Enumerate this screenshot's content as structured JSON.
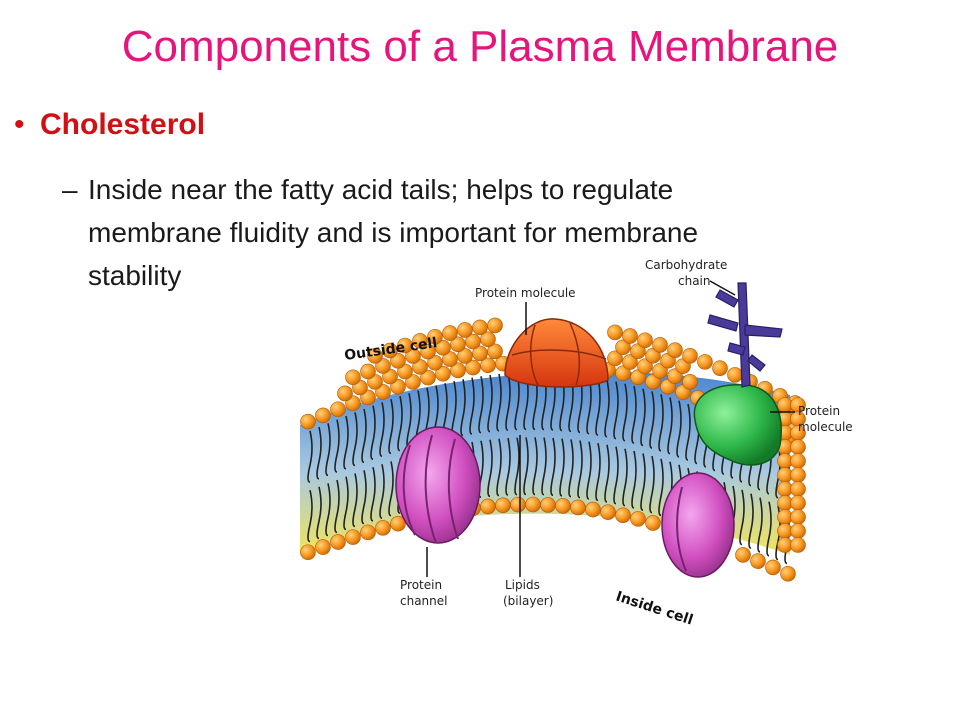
{
  "slide": {
    "title": "Components of a Plasma Membrane",
    "bullet": "Cholesterol",
    "sub_bullet_line1": "Inside near the fatty acid tails; helps to regulate",
    "sub_bullet_line2": "membrane fluidity and is important for membrane",
    "sub_bullet_line3": "stability"
  },
  "diagram": {
    "labels": {
      "carbohydrate_chain_1": "Carbohydrate",
      "carbohydrate_chain_2": "chain",
      "protein_molecule_top": "Protein molecule",
      "outside_cell": "Outside cell",
      "protein_molecule_right_1": "Protein",
      "protein_molecule_right_2": "molecule",
      "protein_channel_1": "Protein",
      "protein_channel_2": "channel",
      "lipids_1": "Lipids",
      "lipids_2": "(bilayer)",
      "inside_cell": "Inside cell"
    },
    "colors": {
      "lipid_head": "#f7941d",
      "protein_top": "#f05a1a",
      "protein_right": "#2eb84a",
      "protein_channel": "#d04fc0",
      "carbohydrate": "#4a3a9a",
      "interior_top": "#5a8fd0",
      "interior_bottom": "#f1e25a"
    }
  }
}
